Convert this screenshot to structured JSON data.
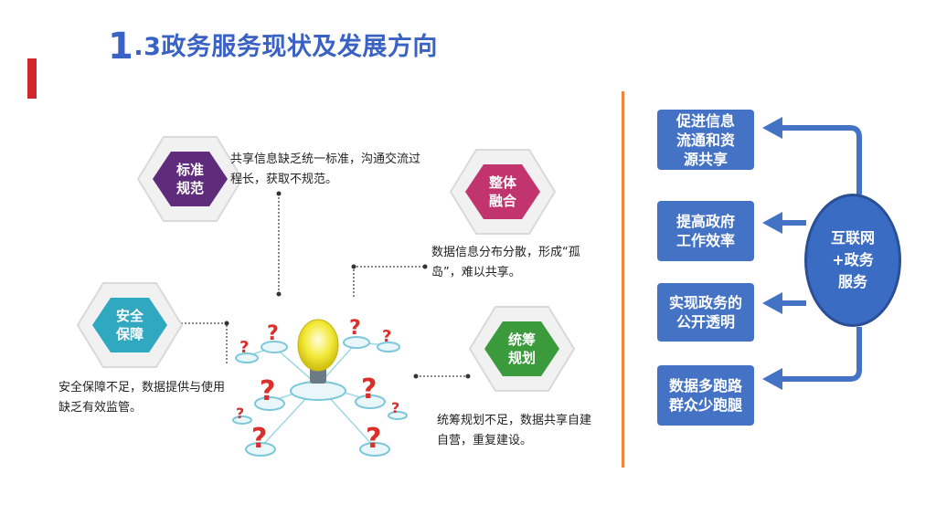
{
  "title": {
    "number": "1",
    "text": ".3政务服务现状及发展方向"
  },
  "hexagons": [
    {
      "label": "标准\n规范",
      "color": "#5e2c7a",
      "desc": "共享信息缺乏统一标准，沟通交流过\n程长，获取不规范。"
    },
    {
      "label": "整体\n融合",
      "color": "#c2346e",
      "desc": "数据信息分布分散，形成“孤\n岛”，难以共享。"
    },
    {
      "label": "安全\n保障",
      "color": "#2fa8c0",
      "desc": "安全保障不足，数据提供与使用\n缺乏有效监管。"
    },
    {
      "label": "统筹\n规划",
      "color": "#3b9b3c",
      "desc": "统筹规划不足，数据共享自建\n自营，重复建设。"
    }
  ],
  "right_panel": {
    "center": "互联网\n+政务\n服务",
    "boxes": [
      "促进信息\n流通和资\n源共享",
      "提高政府\n工作效率",
      "实现政务的\n公开透明",
      "数据多跑路\n群众少跑腿"
    ]
  },
  "colors": {
    "accent_red": "#d0272c",
    "title_blue": "#3a62c4",
    "box_blue": "#4472c4",
    "divider_orange": "#f0843c"
  }
}
